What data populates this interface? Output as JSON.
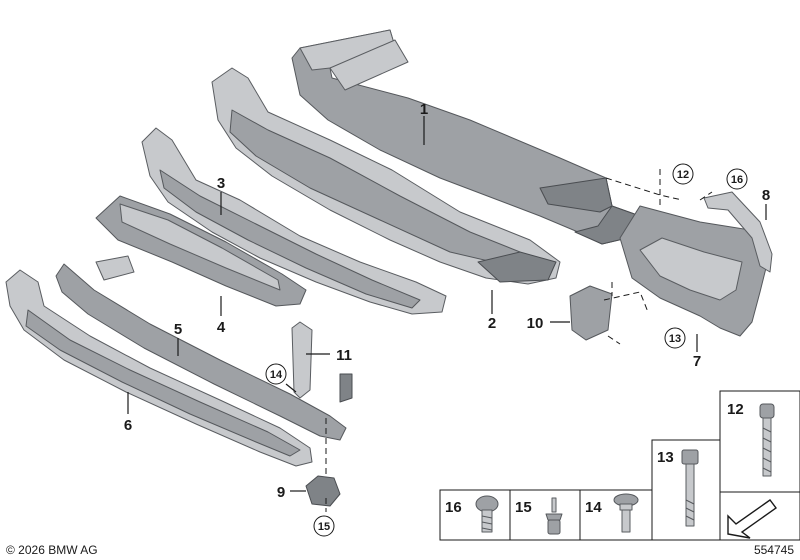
{
  "callouts": {
    "c1": "1",
    "c2": "2",
    "c3": "3",
    "c4": "4",
    "c5": "5",
    "c6": "6",
    "c7": "7",
    "c8": "8",
    "c9": "9",
    "c10": "10",
    "c11": "11",
    "c12": "12",
    "c13": "13",
    "c14": "14",
    "c15": "15",
    "c16": "16"
  },
  "legend": {
    "b12": "12",
    "b13": "13",
    "b14": "14",
    "b15": "15",
    "b16": "16"
  },
  "footer": {
    "copyright": "© 2026 BMW AG",
    "drawing_number": "554745"
  }
}
